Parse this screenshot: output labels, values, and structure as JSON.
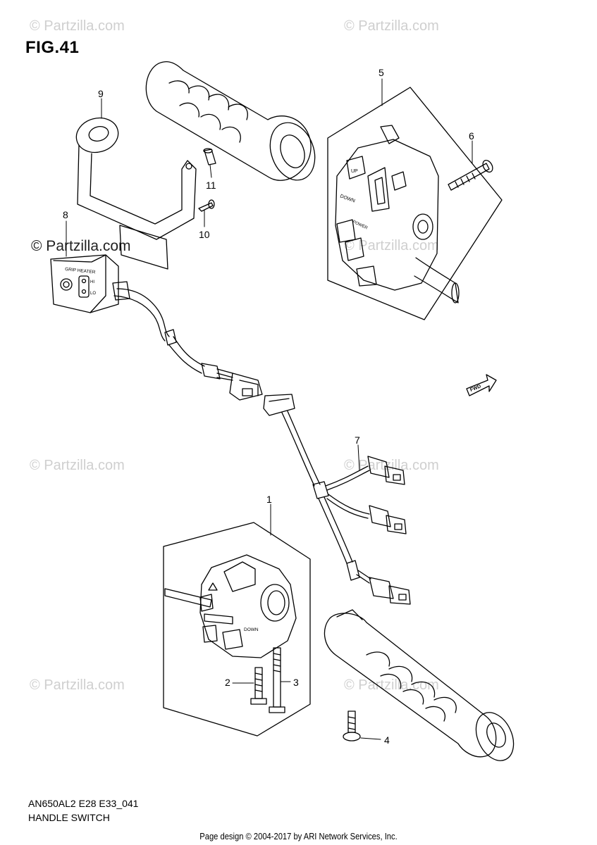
{
  "figure": {
    "title": "FIG.41",
    "model_code": "AN650AL2 E28 E33_041",
    "section_name": "HANDLE SWITCH"
  },
  "watermark": {
    "text": "© Partzilla.com",
    "prominent_text": "© Partzilla.com"
  },
  "footer": {
    "credit": "Page design © 2004-2017 by ARI Network Services, Inc."
  },
  "callouts": [
    "1",
    "2",
    "3",
    "4",
    "5",
    "6",
    "7",
    "8",
    "9",
    "10",
    "11"
  ],
  "labels": {
    "heater_switch": "GRIP HEATER",
    "heater_hi": "HI",
    "heater_lo": "LO",
    "up": "UP",
    "down": "DOWN",
    "power": "POWER",
    "lower_down": "DOWN",
    "fwd": "FWD"
  },
  "colors": {
    "line": "#000000",
    "watermark": "#cfcfcf"
  }
}
